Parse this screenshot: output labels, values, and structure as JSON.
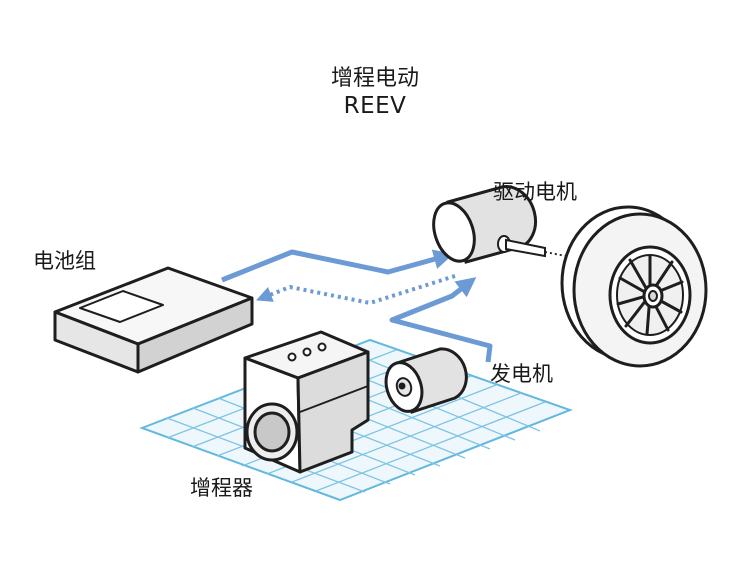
{
  "header": {
    "title_cn": "增程电动",
    "title_en": "REEV"
  },
  "labels": {
    "battery": "电池组",
    "drive_motor": "驱动电机",
    "generator": "发电机",
    "range_extender": "增程器"
  },
  "colors": {
    "flow_arrow": "#6b9ad4",
    "grid_line": "#63b8de",
    "grid_fill": "#eef8fc",
    "outline": "#1e1e1e"
  }
}
